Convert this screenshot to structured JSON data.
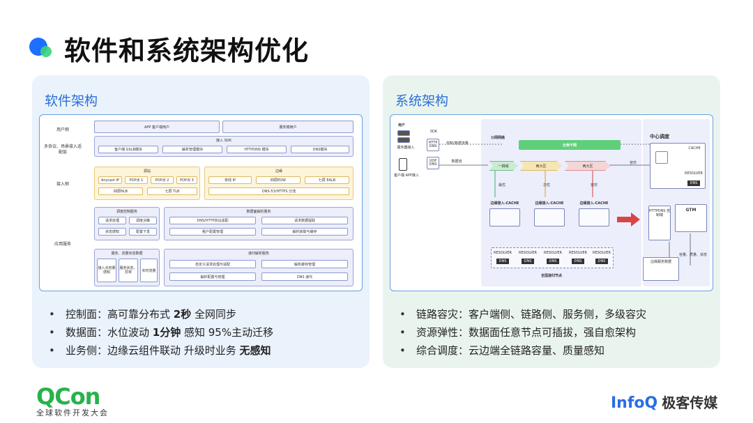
{
  "title": "软件和系统架构优化",
  "left": {
    "title": "软件架构",
    "diagram": {
      "rows": [
        "用户侧",
        "多协议、场景接入适配层",
        "接入侧",
        "应用服务"
      ],
      "app_user": "APP 客户端用户",
      "server_user": "服务端用户",
      "sdk": "接入 SDK",
      "sdk_modules": [
        "客户端 GSLB模块",
        "解析管理模块",
        "HTTPDNS 模块",
        "DNS模块"
      ],
      "source_title": "源站",
      "source_items": [
        "Anycast IP",
        "POP点 1",
        "POP点 2",
        "POP点 3",
        "四层NLB",
        "七层 TLB"
      ],
      "edge_title": "边缘",
      "edge_items": [
        "单线 IP",
        "四层EDW",
        "七层 EALB",
        "DNS-53/HTTPS 分流"
      ],
      "control_title": "调度控制服务",
      "control_items": [
        "请求处理",
        "调度决策",
        "状态感知",
        "配置下发"
      ],
      "dataplane_title": "数据面解析服务",
      "dataplane_items": [
        "DNS/HTTP协议适配",
        "请求数据提取",
        "租户配置管理",
        "解析获取与缓存"
      ],
      "flow_title": "服务、流量状态数据",
      "flow_items": [
        "接入点容量感知",
        "服务状态、异常",
        "实时流量"
      ],
      "recursive_title": "递归解析服务",
      "recursive_items": [
        "自定义请求处理与适配",
        "解析缓存管理",
        "解析配置与管理",
        "DNS 递代"
      ]
    },
    "bullets": [
      {
        "pre": "控制面：高可靠分布式 ",
        "bold": "2秒",
        "post": " 全网同步"
      },
      {
        "pre": "数据面：水位波动 ",
        "bold": "1分钟",
        "post": " 感知 95%主动迁移"
      },
      {
        "pre": "业务侧：边缘云组件联动 升级时业务 ",
        "bold": "无感知",
        "post": ""
      }
    ]
  },
  "right": {
    "title": "系统架构",
    "diagram": {
      "user": "用户",
      "server_access": "服务器接入",
      "app_access": "客户端 APP接入",
      "sdk": "SDK",
      "http": "HTTP DNS",
      "udp": "UDP DNS",
      "public_net": "公网网络",
      "cloud_backbone": "云骨干网",
      "private_req": "控制/数据流量",
      "data_flow": "数据流",
      "zones": [
        "一跳域",
        "两大区",
        "两大区"
      ],
      "edge_cache": [
        "边缘接入-CACHE",
        "边缘接入-CACHE",
        "边缘接入-CACHE"
      ],
      "paths": [
        "最优",
        "次优",
        "容灾"
      ],
      "resolver": "RESOLVER",
      "dns": "DNS",
      "nodes_label": "全国递归节点",
      "center_title": "中心调度",
      "cache": "CACHE",
      "center_resolver": "RESOLVER",
      "center_dns": "DNS",
      "httpdns_ctrl": "HTTPDNS 控制端",
      "gtm": "GTM",
      "perception": "容量、质量、状态",
      "edge_service": "边缘服务数据",
      "failover": "容灾"
    },
    "bullets": [
      "链路容灾：客户端侧、链路侧、服务侧，多级容灾",
      "资源弹性：数据面任意节点可插拔，强自愈架构",
      "综合调度：云边端全链路容量、质量感知"
    ]
  },
  "footer": {
    "qcon": "QCon",
    "qcon_sub": "全球软件开发大会",
    "infoq": "InfoQ",
    "infoq_cn": "极客传媒"
  }
}
